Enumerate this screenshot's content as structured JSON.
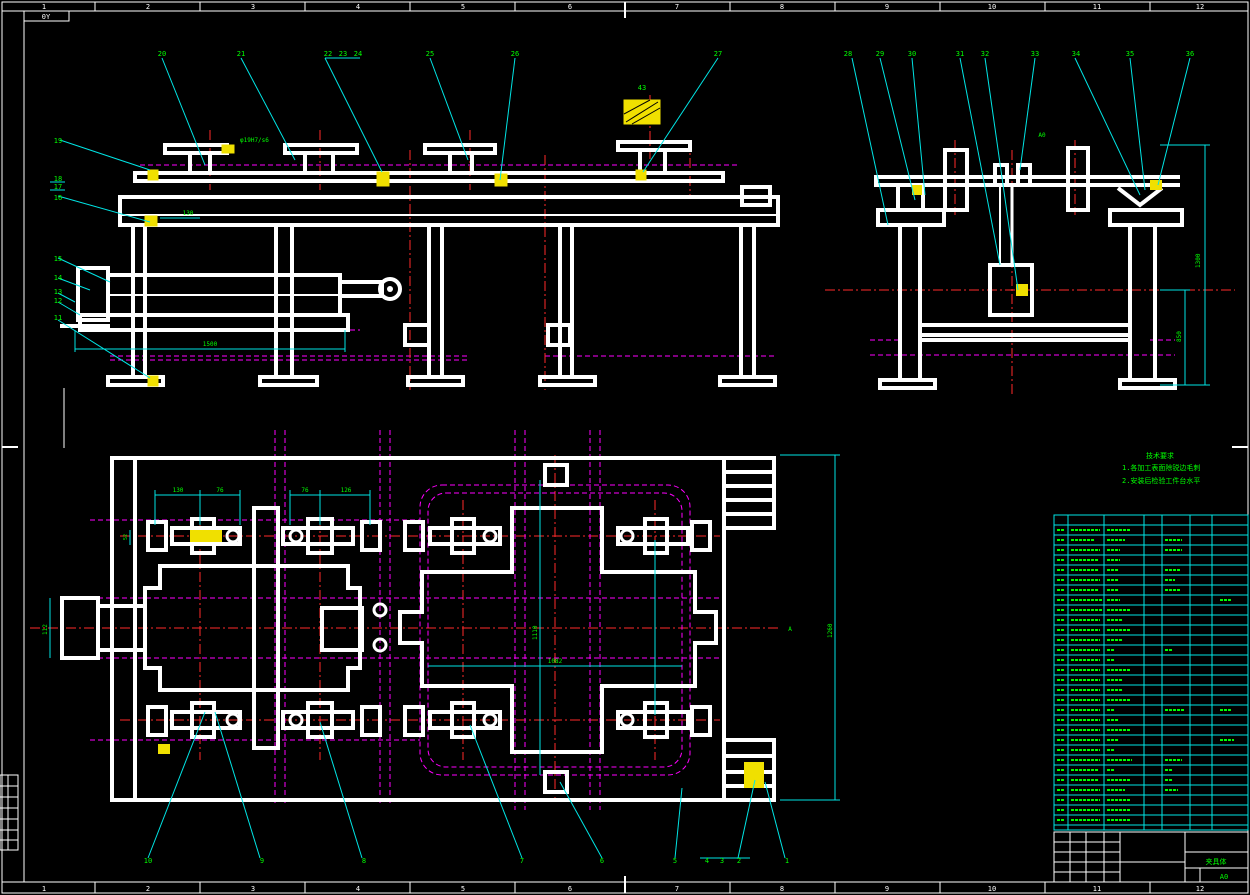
{
  "border": {
    "columns": [
      "1",
      "2",
      "3",
      "4",
      "5",
      "6",
      "7",
      "8",
      "9",
      "10",
      "11",
      "12"
    ],
    "top_left_mark": "0Y"
  },
  "balloons": {
    "front": [
      "20",
      "21",
      "22",
      "23",
      "24",
      "25",
      "26",
      "27",
      "19",
      "18",
      "17",
      "16",
      "15",
      "14",
      "13",
      "12",
      "11"
    ],
    "side": [
      "28",
      "29",
      "30",
      "31",
      "32",
      "33",
      "34",
      "35",
      "36"
    ],
    "plan": [
      "10",
      "9",
      "8",
      "7",
      "6",
      "5",
      "4",
      "3",
      "2",
      "1"
    ],
    "section_mark": "A",
    "top_callout": "43"
  },
  "dimensions": {
    "front_length": "1500",
    "front_bar": "130",
    "front_spec": "φ19H7/s6",
    "side_height": "1300",
    "side_sub": "850",
    "side_view_label": "A0",
    "plan_130": "130",
    "plan_76a": "76",
    "plan_76b": "76",
    "plan_126": "126",
    "plan_width": "1260",
    "plan_inner": "1110",
    "plan_1082": "1082",
    "plan_left": "112",
    "plan_tiny": "52",
    "plan_right": "A"
  },
  "tech_req": {
    "title": "技术要求",
    "line1": "1.各加工表面除锐边毛刺",
    "line2": "2.安装后检验工件台水平"
  },
  "title_block": {
    "sheet": "A0",
    "name": "夹具体"
  },
  "colors": {
    "line": "#ffffff",
    "leader": "#00e5e5",
    "center": "#ff2a2a",
    "hidden": "#ff00ff",
    "highlight": "#f0e000",
    "text": "#00ff00"
  }
}
